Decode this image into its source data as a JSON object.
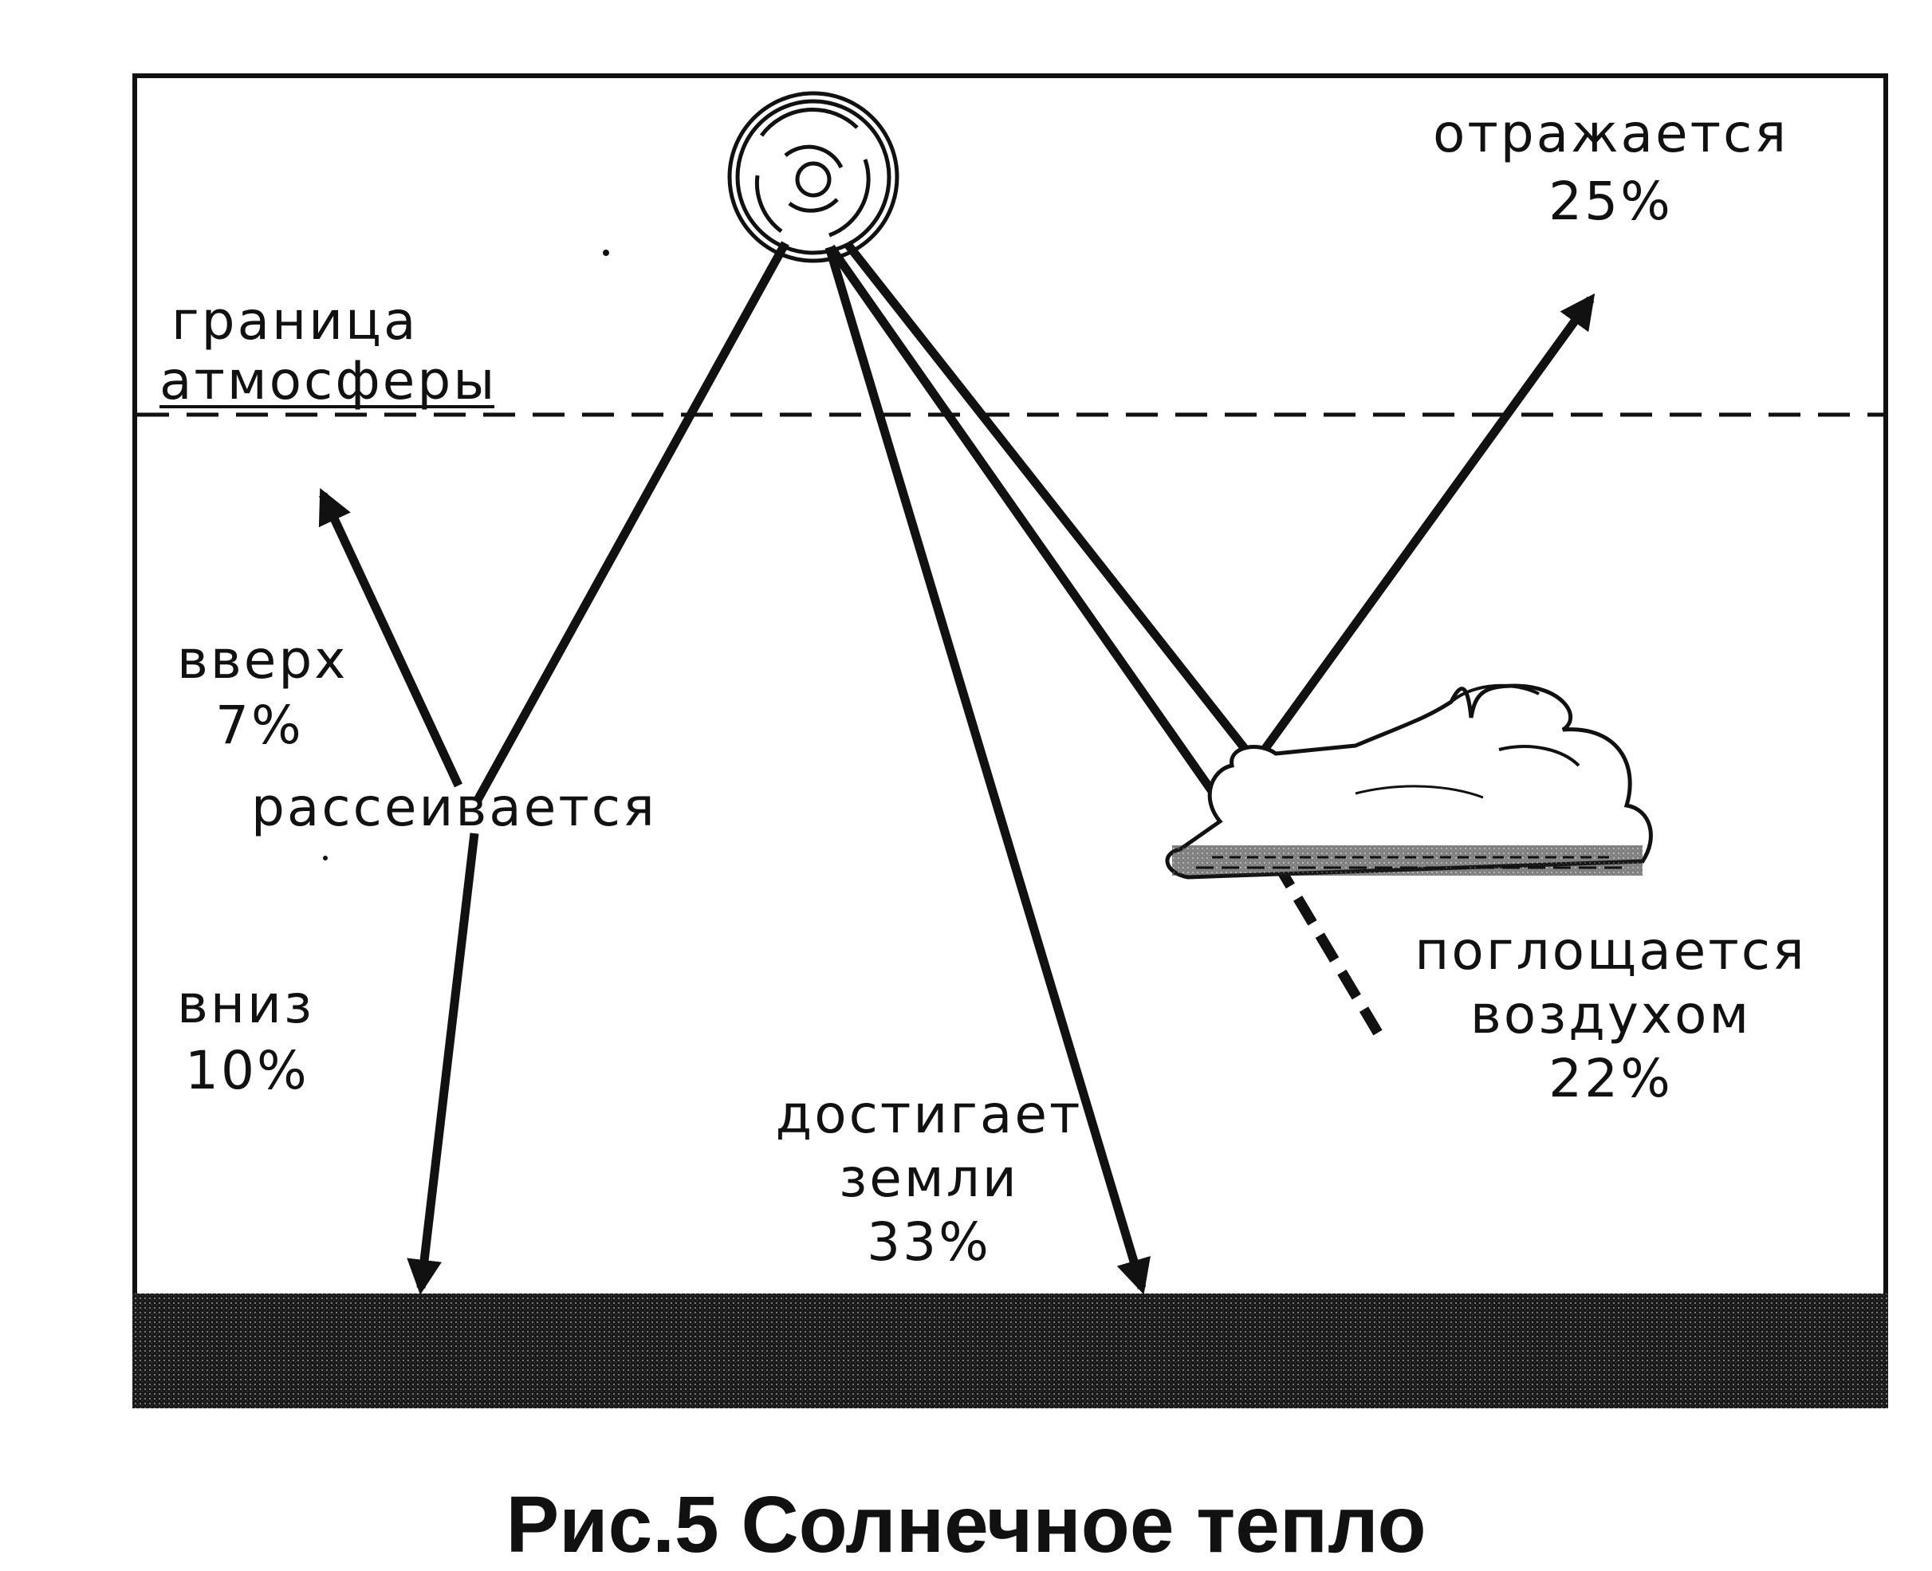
{
  "labels": {
    "atmosphere_boundary_line1": "граница",
    "atmosphere_boundary_line2": "атмосферы",
    "reflected_label": "отражается",
    "reflected_value": "25%",
    "up_label": "вверх",
    "up_value": "7%",
    "scattered_label": "рассеивается",
    "down_label": "вниз",
    "down_value": "10%",
    "reaches_line1": "достигает",
    "reaches_line2": "земли",
    "reaches_value": "33%",
    "absorbed_line1": "поглощается",
    "absorbed_line2": "воздухом",
    "absorbed_value": "22%"
  },
  "caption": "Рис.5 Солнечное тепло",
  "colors": {
    "ink": "#111111",
    "ground": "#2a2a2a",
    "background": "#ffffff"
  }
}
